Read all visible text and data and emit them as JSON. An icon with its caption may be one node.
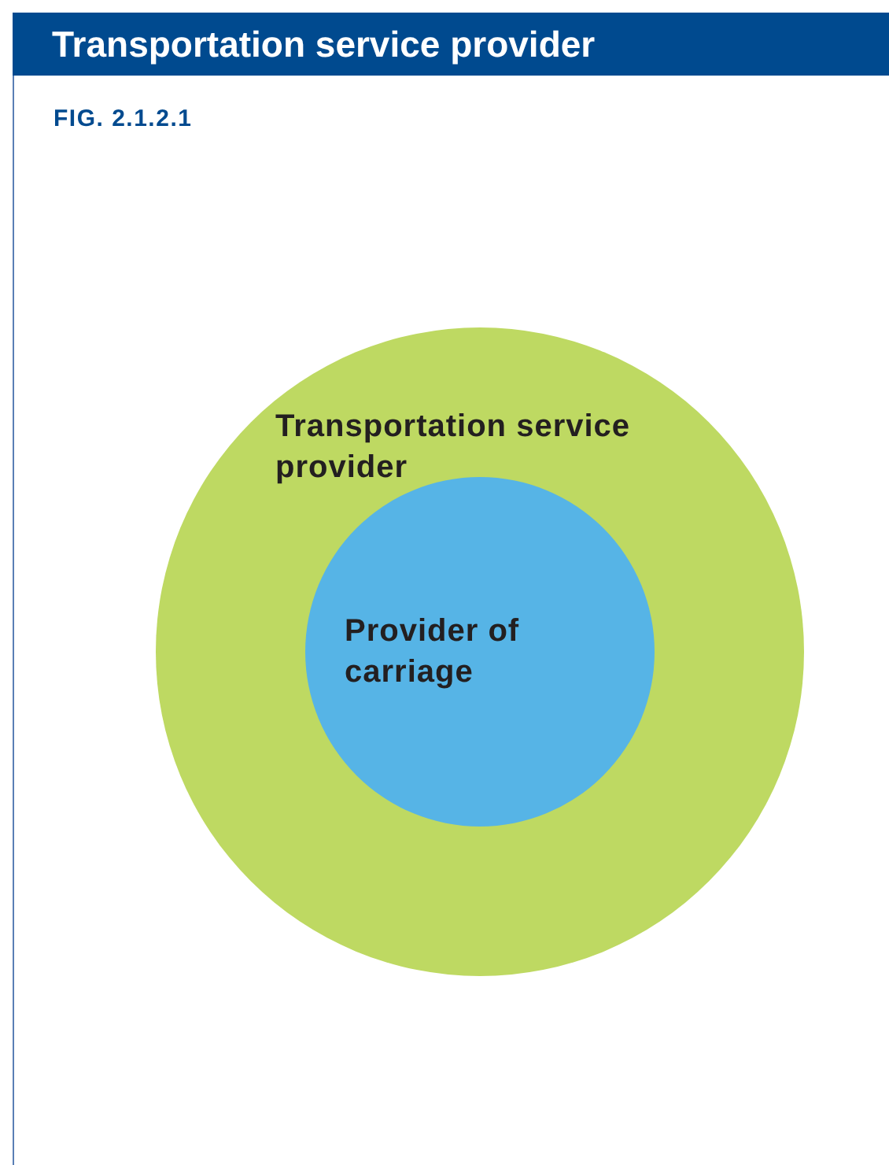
{
  "diagram": {
    "title": "Transportation service provider",
    "nodes": [
      {
        "text": [
          "Transportation service provider"
        ]
      },
      {
        "text": [
          "Provider of carriage"
        ],
        "in": 0
      }
    ],
    "labels": [
      "FIG. 2.1.2.1"
    ]
  }
}
